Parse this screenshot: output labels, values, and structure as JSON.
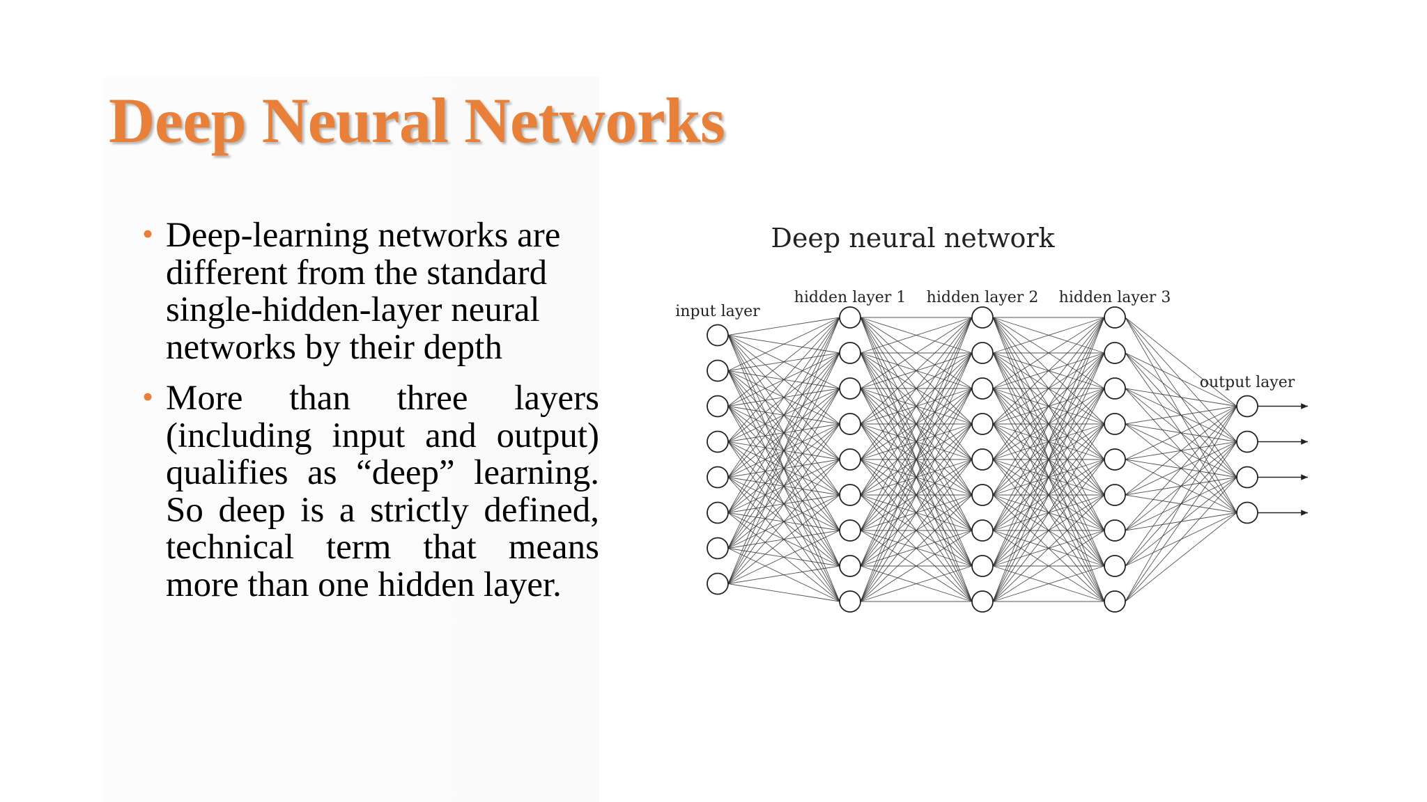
{
  "slide": {
    "title": "Deep Neural Networks",
    "bullets": [
      "Deep-learning networks are different from the standard single-hidden-layer neural networks by their depth",
      "More than three layers (including input and output) qualifies as “deep” learning. So deep is a strictly defined, technical term that means more than one hidden layer."
    ],
    "accent_color": "#e8803a"
  },
  "figure": {
    "title": "Deep neural network",
    "layers": [
      {
        "label": "input layer",
        "nodes": 8
      },
      {
        "label": "hidden layer 1",
        "nodes": 9
      },
      {
        "label": "hidden layer 2",
        "nodes": 9
      },
      {
        "label": "hidden layer 3",
        "nodes": 9
      },
      {
        "label": "output layer",
        "nodes": 4
      }
    ]
  }
}
